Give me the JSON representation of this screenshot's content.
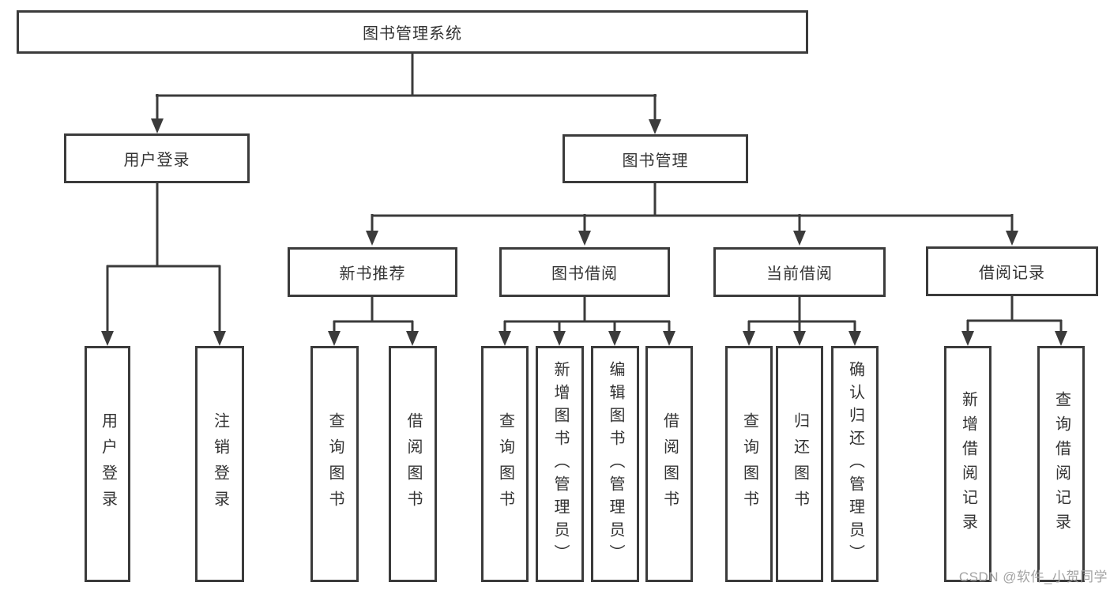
{
  "diagram_title": "图书管理系统",
  "watermark": "CSDN @软件_小贺同学",
  "colors": {
    "line": "#3b3b3b",
    "box_border": "#3b3b3b",
    "text": "#333333",
    "watermark": "#a3a3a3",
    "background": "#ffffff"
  },
  "tree": {
    "root": {
      "label": "图书管理系统"
    },
    "level2": [
      {
        "label": "用户登录",
        "children": [
          "用户登录",
          "注销登录"
        ]
      },
      {
        "label": "图书管理",
        "groups": [
          {
            "label": "新书推荐",
            "children": [
              "查询图书",
              "借阅图书"
            ]
          },
          {
            "label": "图书借阅",
            "children": [
              "查询图书",
              "新增图书（管理员）",
              "编辑图书（管理员）",
              "借阅图书"
            ]
          },
          {
            "label": "当前借阅",
            "children": [
              "查询图书",
              "归还图书",
              "确认归还（管理员）"
            ]
          },
          {
            "label": "借阅记录",
            "children": [
              "新增借阅记录",
              "查询借阅记录"
            ]
          }
        ]
      }
    ]
  }
}
